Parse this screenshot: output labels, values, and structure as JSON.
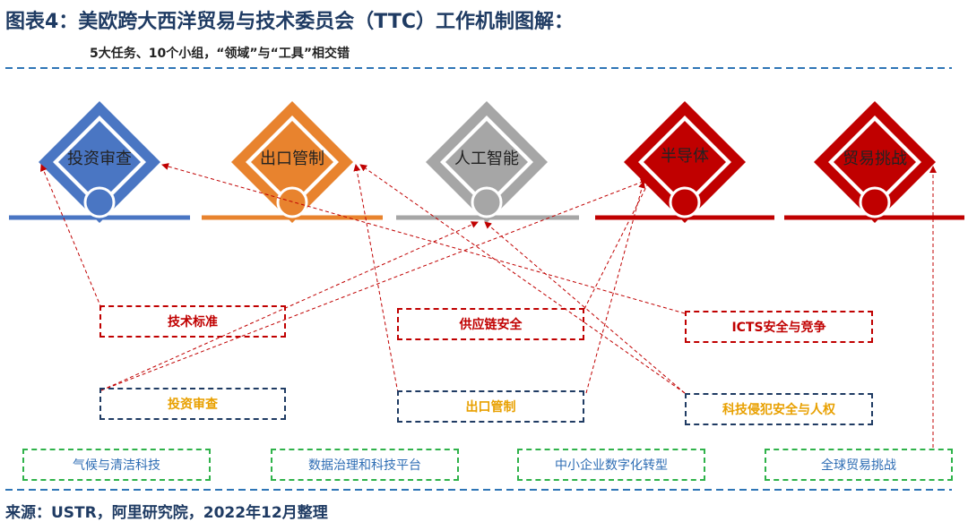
{
  "title": "图表4：美欧跨大西洋贸易与技术委员会（TTC）工作机制图解：",
  "subtitle": "5大任务、10个小组，“领域”与“工具”相交错",
  "source": "来源：USTR，阿里研究院，2022年12月整理",
  "colors": {
    "blue": "#4a76c3",
    "orange": "#e8832e",
    "gray": "#a6a6a6",
    "red": "#c00000",
    "navy": "#1f3b63",
    "green": "#2fb24a",
    "arrow": "#c00000",
    "divider": "#2e75b6"
  },
  "tasks": [
    {
      "label": "投资审查",
      "color": "#4a76c3"
    },
    {
      "label": "出口管制",
      "color": "#e8832e"
    },
    {
      "label": "人工智能",
      "color": "#a6a6a6"
    },
    {
      "label": "半导体",
      "color": "#c00000"
    },
    {
      "label": "贸易挑战",
      "color": "#c00000"
    }
  ],
  "groups_red": [
    "技术标准",
    "供应链安全",
    "ICTS安全与竞争"
  ],
  "groups_navy": [
    "投资审查",
    "出口管制",
    "科技侵犯安全与人权"
  ],
  "groups_green": [
    "气候与清洁科技",
    "数据治理和科技平台",
    "中小企业数字化转型",
    "全球贸易挑战"
  ]
}
